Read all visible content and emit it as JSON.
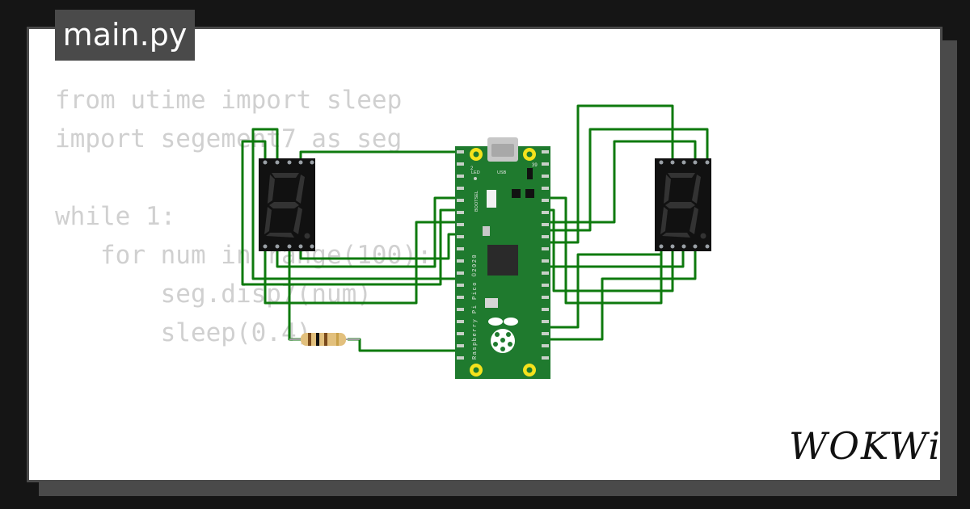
{
  "tab": {
    "filename": "main.py"
  },
  "code_lines": [
    "from utime import sleep",
    "import segement7 as seg",
    "",
    "while 1:",
    "   for num in range(100):",
    "       seg.disp7(num)",
    "       sleep(0.4)"
  ],
  "board": {
    "silkscreen_name": "Raspberry Pi Pico ©2020",
    "label_led": "LED",
    "label_usb": "USB",
    "label_bootsel": "BOOTSEL",
    "pin_left": "2",
    "pin_right": "39"
  },
  "brand": {
    "logo": "WOKWi"
  },
  "colors": {
    "wire": "#0e7a0e",
    "board": "#1f7a2e",
    "display": "#111111",
    "segment_off": "#333333",
    "pad": "#f4e21c"
  }
}
